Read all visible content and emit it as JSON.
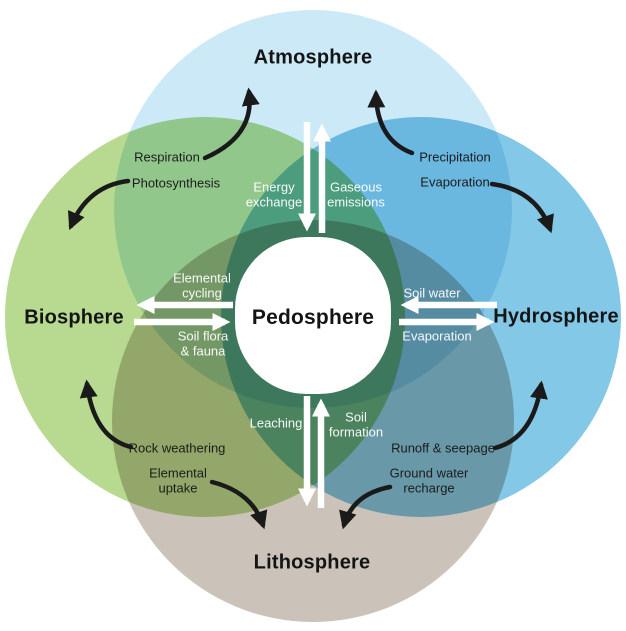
{
  "colors": {
    "atmosphere": "#cce9f7",
    "biosphere": "#b7da90",
    "hydrosphere": "#84c8e8",
    "lithosphere": "#cbc3b9",
    "center_bg": "#ffffff",
    "black_arrow": "#1a1a1a",
    "white_arrow": "#ffffff"
  },
  "spheres": {
    "atmosphere": {
      "label": "Atmosphere"
    },
    "biosphere": {
      "label": "Biosphere"
    },
    "hydrosphere": {
      "label": "Hydrosphere"
    },
    "lithosphere": {
      "label": "Lithosphere"
    },
    "pedosphere": {
      "label": "Pedosphere"
    }
  },
  "black_labels": {
    "respiration": "Respiration",
    "photosynthesis": "Photosynthesis",
    "precipitation": "Precipitation",
    "evaporation_top": "Evaporation",
    "rock_weathering": "Rock weathering",
    "elemental_uptake": "Elemental uptake",
    "runoff_seepage": "Runoff & seepage",
    "groundwater_recharge": "Ground water recharge"
  },
  "white_labels": {
    "energy_exchange": "Energy exchange",
    "gaseous_emissions": "Gaseous emissions",
    "elemental_cycling": "Elemental cycling",
    "soil_flora_fauna": "Soil flora & fauna",
    "soil_water": "Soil water",
    "evaporation_right": "Evaporation",
    "leaching": "Leaching",
    "soil_formation": "Soil formation"
  }
}
